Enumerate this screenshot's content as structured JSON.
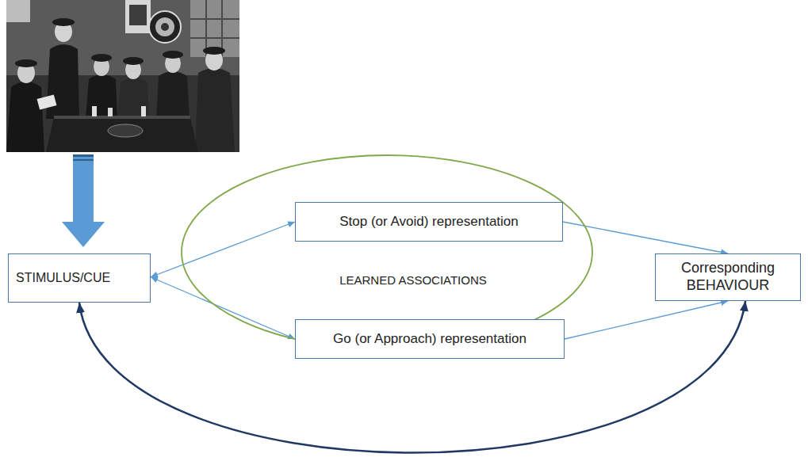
{
  "diagram": {
    "nodes": [
      {
        "text": [
          "STIMULUS/CUE"
        ]
      },
      {
        "text": [
          "LEARNED ASSOCIATIONS"
        ]
      },
      {
        "text": [
          "Stop (or Avoid) representation"
        ],
        "in": 1
      },
      {
        "text": [
          "Go (or Approach) representation"
        ],
        "in": 1
      },
      {
        "text": [
          "Corresponding BEHAVIOUR"
        ]
      }
    ],
    "edges": [
      {
        "from": 0,
        "to": 2,
        "arrow": "both"
      },
      {
        "from": 0,
        "to": 3,
        "arrow": "both"
      },
      {
        "from": 2,
        "to": 4,
        "arrow": "to"
      },
      {
        "from": 3,
        "to": 4,
        "arrow": "to"
      },
      {
        "from": 0,
        "to": 4,
        "arrow": "both"
      }
    ]
  }
}
